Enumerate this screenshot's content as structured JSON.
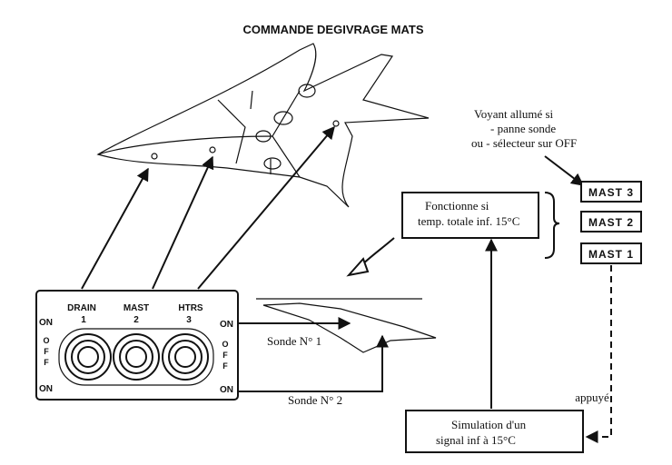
{
  "title": "COMMANDE DEGIVRAGE MATS",
  "panel": {
    "switch_labels": [
      {
        "name": "DRAIN",
        "num": "1"
      },
      {
        "name": "MAST",
        "num": "2"
      },
      {
        "name": "HTRS",
        "num": "3"
      }
    ],
    "left_on_top": "ON",
    "left_off": [
      "O",
      "F",
      "F"
    ],
    "left_on_bottom": "ON",
    "right_on_top": "ON",
    "right_off": [
      "O",
      "F",
      "F"
    ],
    "right_on_bottom": "ON"
  },
  "sonde1": "Sonde N° 1",
  "sonde2": "Sonde N° 2",
  "function_box": [
    "Fonctionne si",
    "temp. totale inf. 15°C"
  ],
  "voyant_note": [
    "Voyant allumé si",
    "- panne sonde",
    "ou  - sélecteur sur OFF"
  ],
  "lights": [
    "MAST 3",
    "MAST 2",
    "MAST 1"
  ],
  "appuye": "appuyé",
  "simulation_box": [
    "Simulation d'un",
    "signal inf à 15°C"
  ]
}
